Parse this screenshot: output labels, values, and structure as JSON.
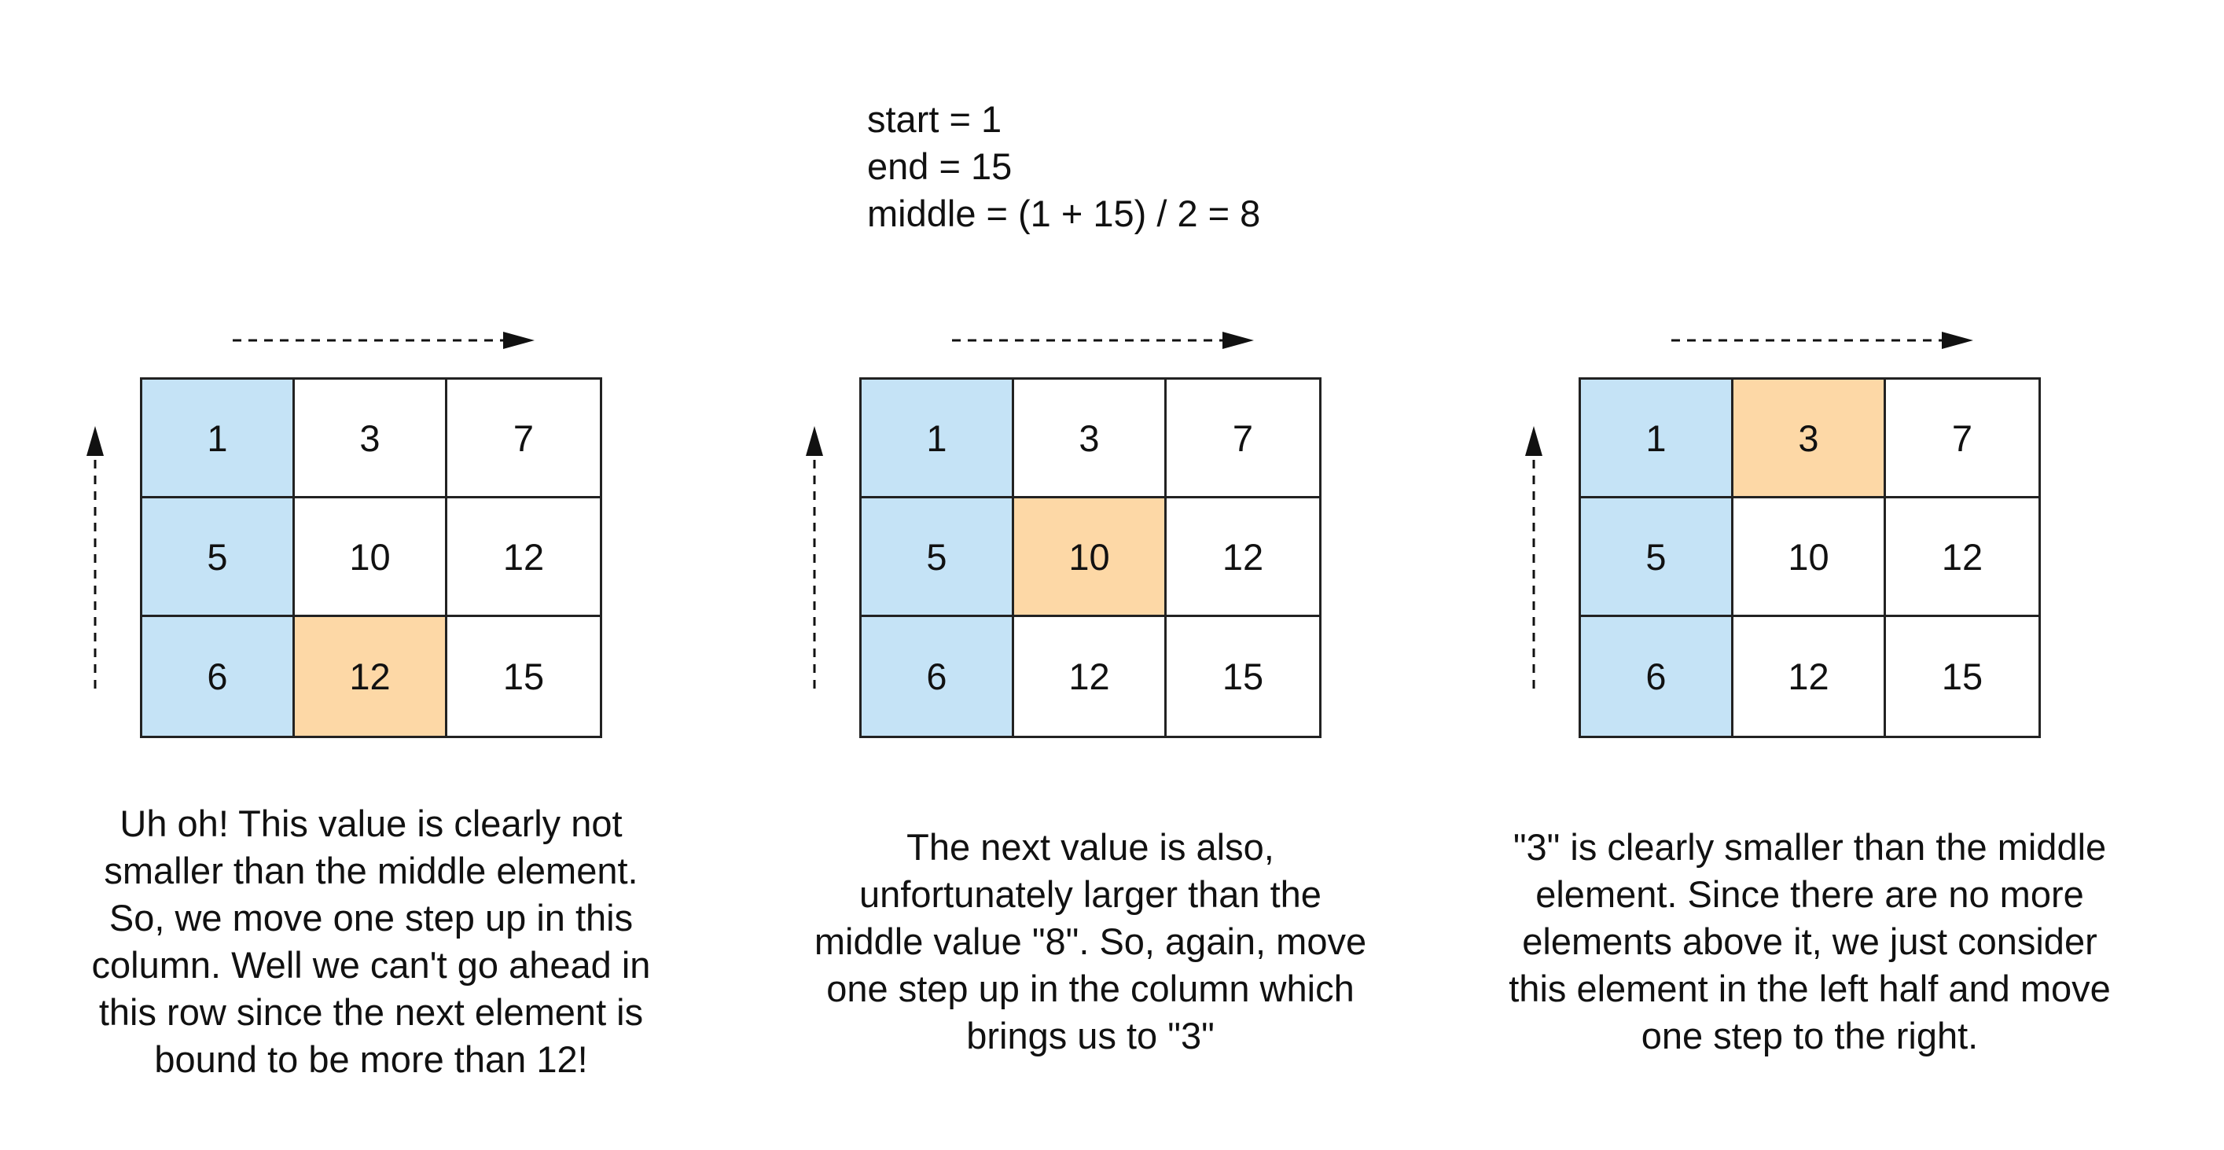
{
  "header": {
    "lines": [
      "start = 1",
      "end = 15",
      "middle = (1 + 15) / 2 = 8"
    ]
  },
  "colors": {
    "sorted_column": "#c5e3f6",
    "current_cell": "#fdd8a6",
    "border": "#222222",
    "text": "#111111"
  },
  "icons": {
    "horizontal_arrow": "dashed-arrow-right-icon",
    "vertical_arrow": "dashed-arrow-up-icon"
  },
  "panels": [
    {
      "grid": [
        [
          "1",
          "3",
          "7"
        ],
        [
          "5",
          "10",
          "12"
        ],
        [
          "6",
          "12",
          "15"
        ]
      ],
      "blue_column": 0,
      "highlight": [
        2,
        1
      ],
      "caption": [
        "Uh oh! This value is clearly not",
        "smaller than the middle element.",
        "So, we move one step up in this",
        "column. Well we can't go ahead in",
        "this row since the next element is",
        "bound to be more than 12!"
      ]
    },
    {
      "grid": [
        [
          "1",
          "3",
          "7"
        ],
        [
          "5",
          "10",
          "12"
        ],
        [
          "6",
          "12",
          "15"
        ]
      ],
      "blue_column": 0,
      "highlight": [
        1,
        1
      ],
      "caption": [
        "The next value is also,",
        "unfortunately larger than the",
        "middle value \"8\". So, again, move",
        "one step up in the column which",
        "brings us to \"3\""
      ]
    },
    {
      "grid": [
        [
          "1",
          "3",
          "7"
        ],
        [
          "5",
          "10",
          "12"
        ],
        [
          "6",
          "12",
          "15"
        ]
      ],
      "blue_column": 0,
      "highlight": [
        0,
        1
      ],
      "caption": [
        "\"3\" is clearly smaller than the middle",
        "element. Since there are no more",
        "elements above it, we just consider",
        "this element in the left half and move",
        "one step to the right."
      ]
    }
  ]
}
